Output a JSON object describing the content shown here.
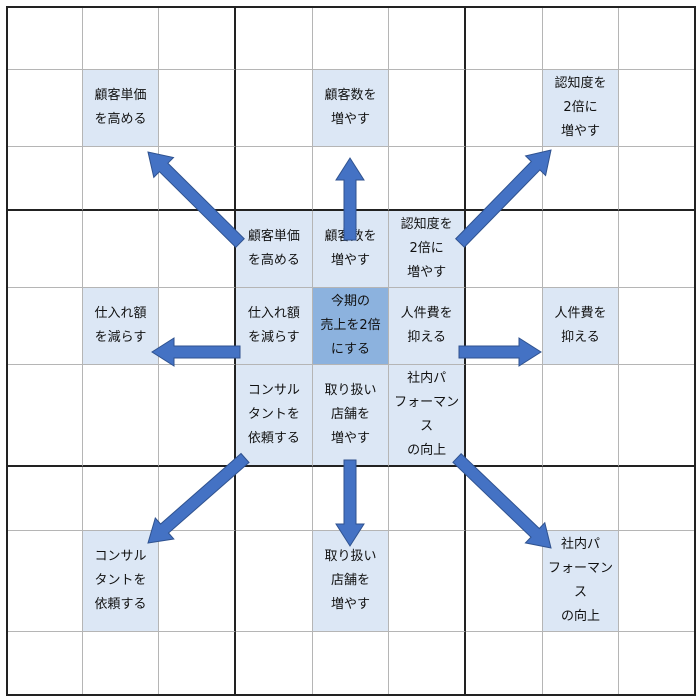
{
  "center": {
    "goal": "今期の\n売上を2倍\nにする",
    "subgoals": [
      "顧客単価\nを高める",
      "顧客数を\n増やす",
      "認知度を\n2倍に\n増やす",
      "仕入れ額\nを減らす",
      "人件費を\n抑える",
      "コンサル\nタントを\n依頼する",
      "取り扱い\n店舗を\n増やす",
      "社内パ\nフォーマンス\nの向上"
    ]
  },
  "outer_goals": [
    "顧客単価\nを高める",
    "顧客数を\n増やす",
    "認知度を\n2倍に\n増やす",
    "仕入れ額\nを減らす",
    "人件費を\n抑える",
    "コンサル\nタントを\n依頼する",
    "取り扱い\n店舗を\n増やす",
    "社内パ\nフォーマンス\nの向上"
  ],
  "colors": {
    "tint": "#dce7f5",
    "center": "#8cb2de",
    "arrow_fill": "#4472c4",
    "arrow_stroke": "#2f528f"
  }
}
